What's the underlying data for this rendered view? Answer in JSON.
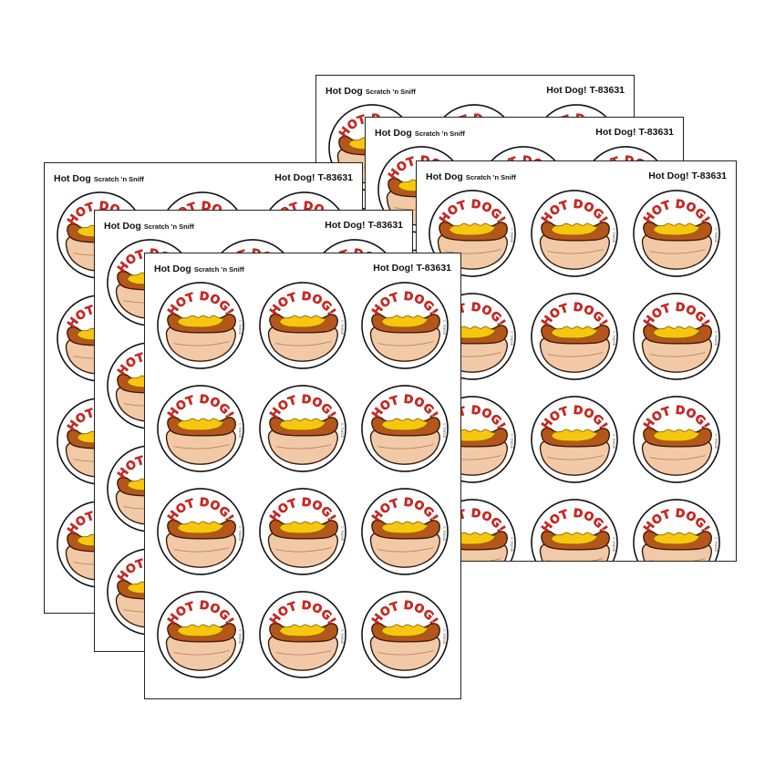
{
  "product": {
    "name": "Hot Dog",
    "line": "Scratch ’n Sniff",
    "sku": "Hot Dog! T-83631",
    "sticker_text": "HOT DOG!",
    "copyright": "© TREND"
  },
  "colors": {
    "text_red": "#e0231b",
    "bun": "#f1c9a6",
    "sausage": "#b5561b",
    "mustard": "#f7c70f",
    "outline": "#3a1a0a"
  },
  "sheets": [
    {
      "name": "Hot Dog",
      "line": "Scratch ’n Sniff",
      "sku": "Hot Dog! T-83631"
    },
    {
      "name": "Hot Dog",
      "line": "Scratch ’n Sniff",
      "sku": "Hot Dog! T-83631"
    },
    {
      "name": "Hot Dog",
      "line": "Scratch ’n Sniff",
      "sku": "Hot Dog! T-83631"
    },
    {
      "name": "Hot Dog",
      "line": "Scratch ’n Sniff",
      "sku": "Hot Dog! T-83631"
    },
    {
      "name": "Hot Dog",
      "line": "Scratch ’n Sniff",
      "sku": "Hot Dog! T-83631"
    },
    {
      "name": "Hot Dog",
      "line": "Scratch ’n Sniff",
      "sku": "Hot Dog! T-83631"
    }
  ],
  "stickers_per_sheet": 12
}
